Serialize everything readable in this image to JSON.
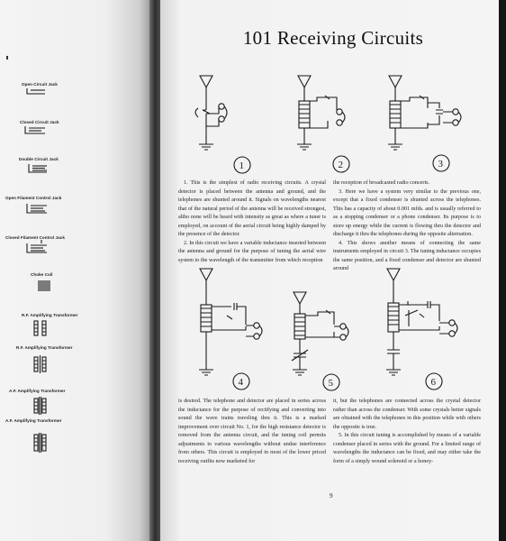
{
  "page": {
    "title": "101 Receiving Circuits",
    "page_number": "9"
  },
  "legend": {
    "items": [
      {
        "label": "Open Circuit Jack",
        "icon": "open-circuit-jack-symbol"
      },
      {
        "label": "Closed Circuit Jack",
        "icon": "closed-circuit-jack-symbol"
      },
      {
        "label": "Double Circuit Jack",
        "icon": "double-circuit-jack-symbol"
      },
      {
        "label": "Open Filament Control Jack",
        "icon": "open-filament-control-jack-symbol"
      },
      {
        "label": "Closed Filament Control Jack",
        "icon": "closed-filament-control-jack-symbol"
      },
      {
        "label": "Choke Coil",
        "icon": "choke-coil-symbol"
      },
      {
        "label": "R.F. Amplifying Transformer",
        "icon": "rf-transformer-symbol"
      },
      {
        "label": "R.F. Amplifying Transformer",
        "icon": "rf-transformer-iron-symbol"
      },
      {
        "label": "A.F. Amplifying Transformer",
        "icon": "af-transformer-symbol"
      },
      {
        "label": "A.F. Amplifying Transformer",
        "icon": "af-transformer-iron-symbol"
      }
    ]
  },
  "circuits": [
    {
      "number": "1"
    },
    {
      "number": "2"
    },
    {
      "number": "3"
    },
    {
      "number": "4"
    },
    {
      "number": "5"
    },
    {
      "number": "6"
    }
  ],
  "text": {
    "col1_top": [
      "1. This is the simplest of radio receiving circuits. A crystal detector is placed between the antenna and ground, and the telephones are shunted around it. Signals on wavelengths nearest that of the natural period of the antenna will be received strongest, altho none will be heard with intensity as great as where a tuner is employed, on account of the aerial circuit being highly damped by the presence of the detector.",
      "2. In this circuit we have a variable inductance inserted between the antenna and ground for the purpose of tuning the aerial wire system to the wavelength of the transmitter from which reception"
    ],
    "col2_top": [
      "the reception of broadcasted radio concerts.",
      "3. Here we have a system very similar to the previous one, except that a fixed condenser is shunted across the telephones. This has a capacity of about 0.001 mfds. and is usually referred to as a stopping condenser or a phone condenser. Its purpose is to store up energy while the current is flowing thru the detector and discharge it thru the telephones during the opposite alternation.",
      "4. This shows another means of connecting the same instruments employed in circuit 3. The tuning inductance occupies the same position, and a fixed condenser and detector are shunted around"
    ],
    "col1_bottom": [
      "is desired. The telephone and detector are placed in series across the inductance for the purpose of rectifying and converting into sound the wave trains traveling thru it. This is a marked improvement over circuit No. 1, for the high resistance detector is removed from the antenna circuit, and the tuning coil permits adjustments to various wavelengths without undue interference from others. This circuit is employed in most of the lower priced receiving outfits now marketed for"
    ],
    "col2_bottom": [
      "it, but the telephones are connected across the crystal detector rather than across the condenser. With some crystals better signals are obtained with the telephones in this position while with others the opposite is true.",
      "5. In this circuit tuning is accomplished by means of a variable condenser placed in series with the ground. For a limited range of wavelengths the inductance can be fixed, and may either take the form of a simply wound solenoid or a honey-"
    ]
  }
}
